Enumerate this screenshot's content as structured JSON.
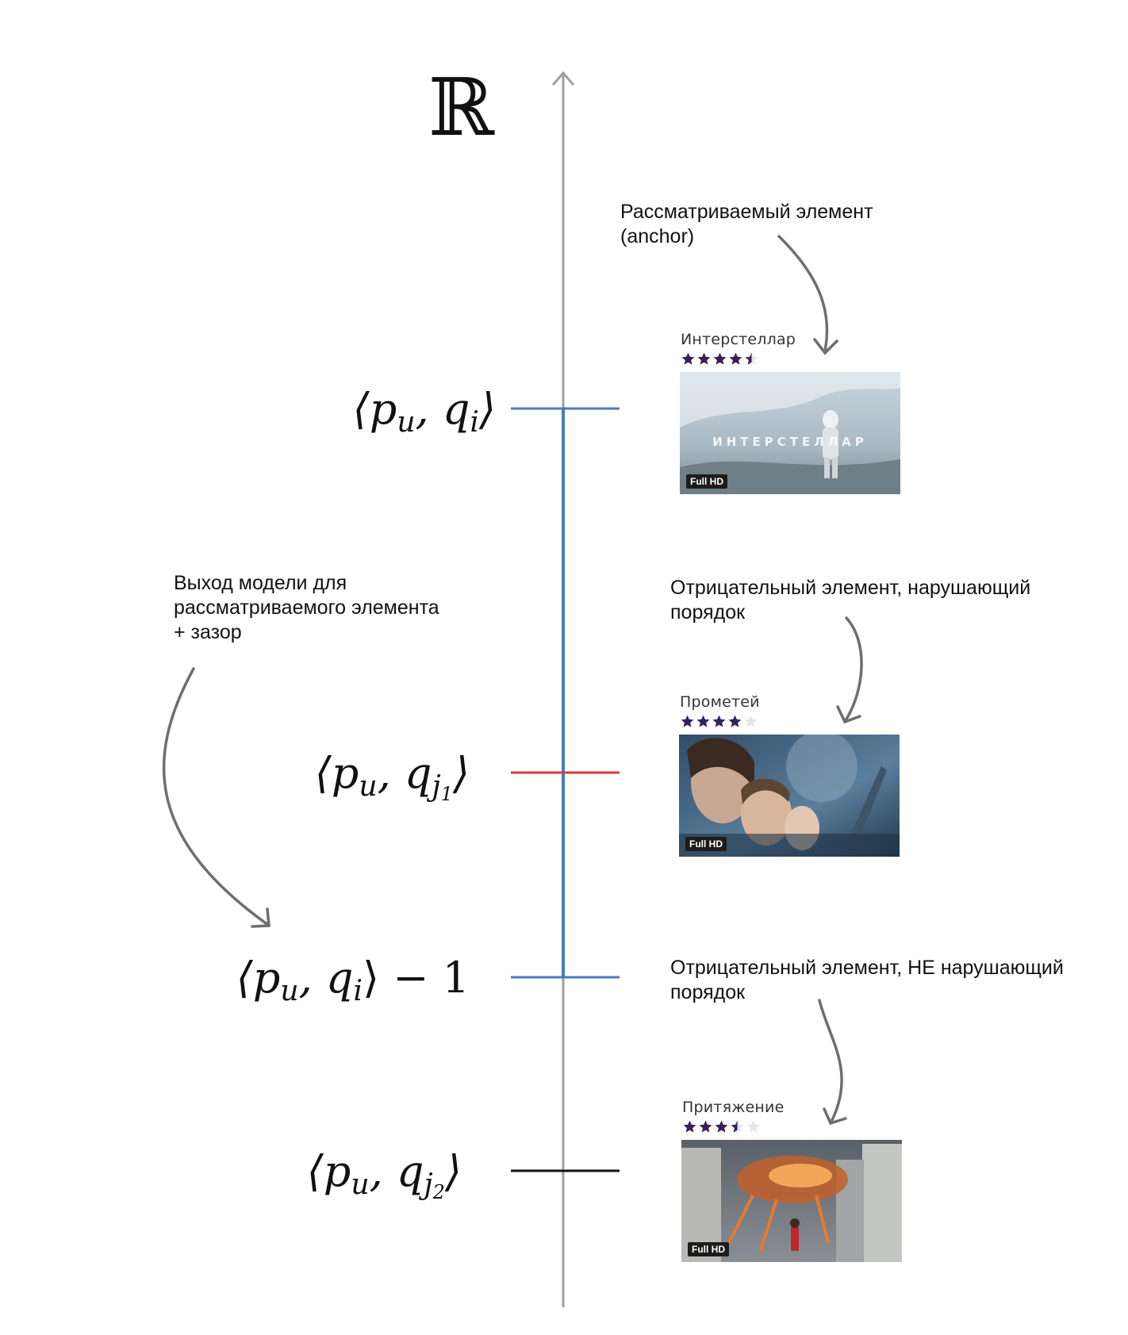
{
  "axis": {
    "symbol": "ℝ"
  },
  "levels": [
    {
      "id": "anchor",
      "label_main": "⟨p",
      "sub_u": "u",
      "sep": ", q",
      "sub_item": "i",
      "sub_item2": "",
      "suffix": "",
      "color": "#4a7bbf"
    },
    {
      "id": "neg1",
      "label_main": "⟨p",
      "sub_u": "u",
      "sep": ", q",
      "sub_item": "j",
      "sub_item2": "1",
      "suffix": "",
      "color": "#d93b3b"
    },
    {
      "id": "margin",
      "label_main": "⟨p",
      "sub_u": "u",
      "sep": ", q",
      "sub_item": "i",
      "sub_item2": "",
      "suffix": "− 1",
      "color": "#4a7bbf"
    },
    {
      "id": "neg2",
      "label_main": "⟨p",
      "sub_u": "u",
      "sep": ", q",
      "sub_item": "j",
      "sub_item2": "2",
      "suffix": "",
      "color": "#111111"
    }
  ],
  "annotations": {
    "anchor": "Рассматриваемый элемент\n(anchor)",
    "negative_violating": "Отрицательный элемент, нарушающий\nпорядок",
    "negative_not_violating": "Отрицательный элемент, НЕ нарушающий\nпорядок",
    "model_output": "Выход модели для\nрассматриваемого элемента\n+ зазор"
  },
  "movies": [
    {
      "title": "Интерстеллар",
      "rating": 4.5,
      "badge": "Full HD",
      "poster_text": "ИНТЕРСТЕЛЛАР"
    },
    {
      "title": "Прометей",
      "rating": 4,
      "badge": "Full HD",
      "poster_text": ""
    },
    {
      "title": "Притяжение",
      "rating": 3.5,
      "badge": "Full HD",
      "poster_text": ""
    }
  ],
  "colors": {
    "axis": "#9e9e9e",
    "blue": "#4a7bbf",
    "red": "#d93b3b",
    "black": "#111111",
    "star": "#3a1e5c",
    "star_empty": "#e6e6e6",
    "arrow": "#6e6e6e"
  }
}
